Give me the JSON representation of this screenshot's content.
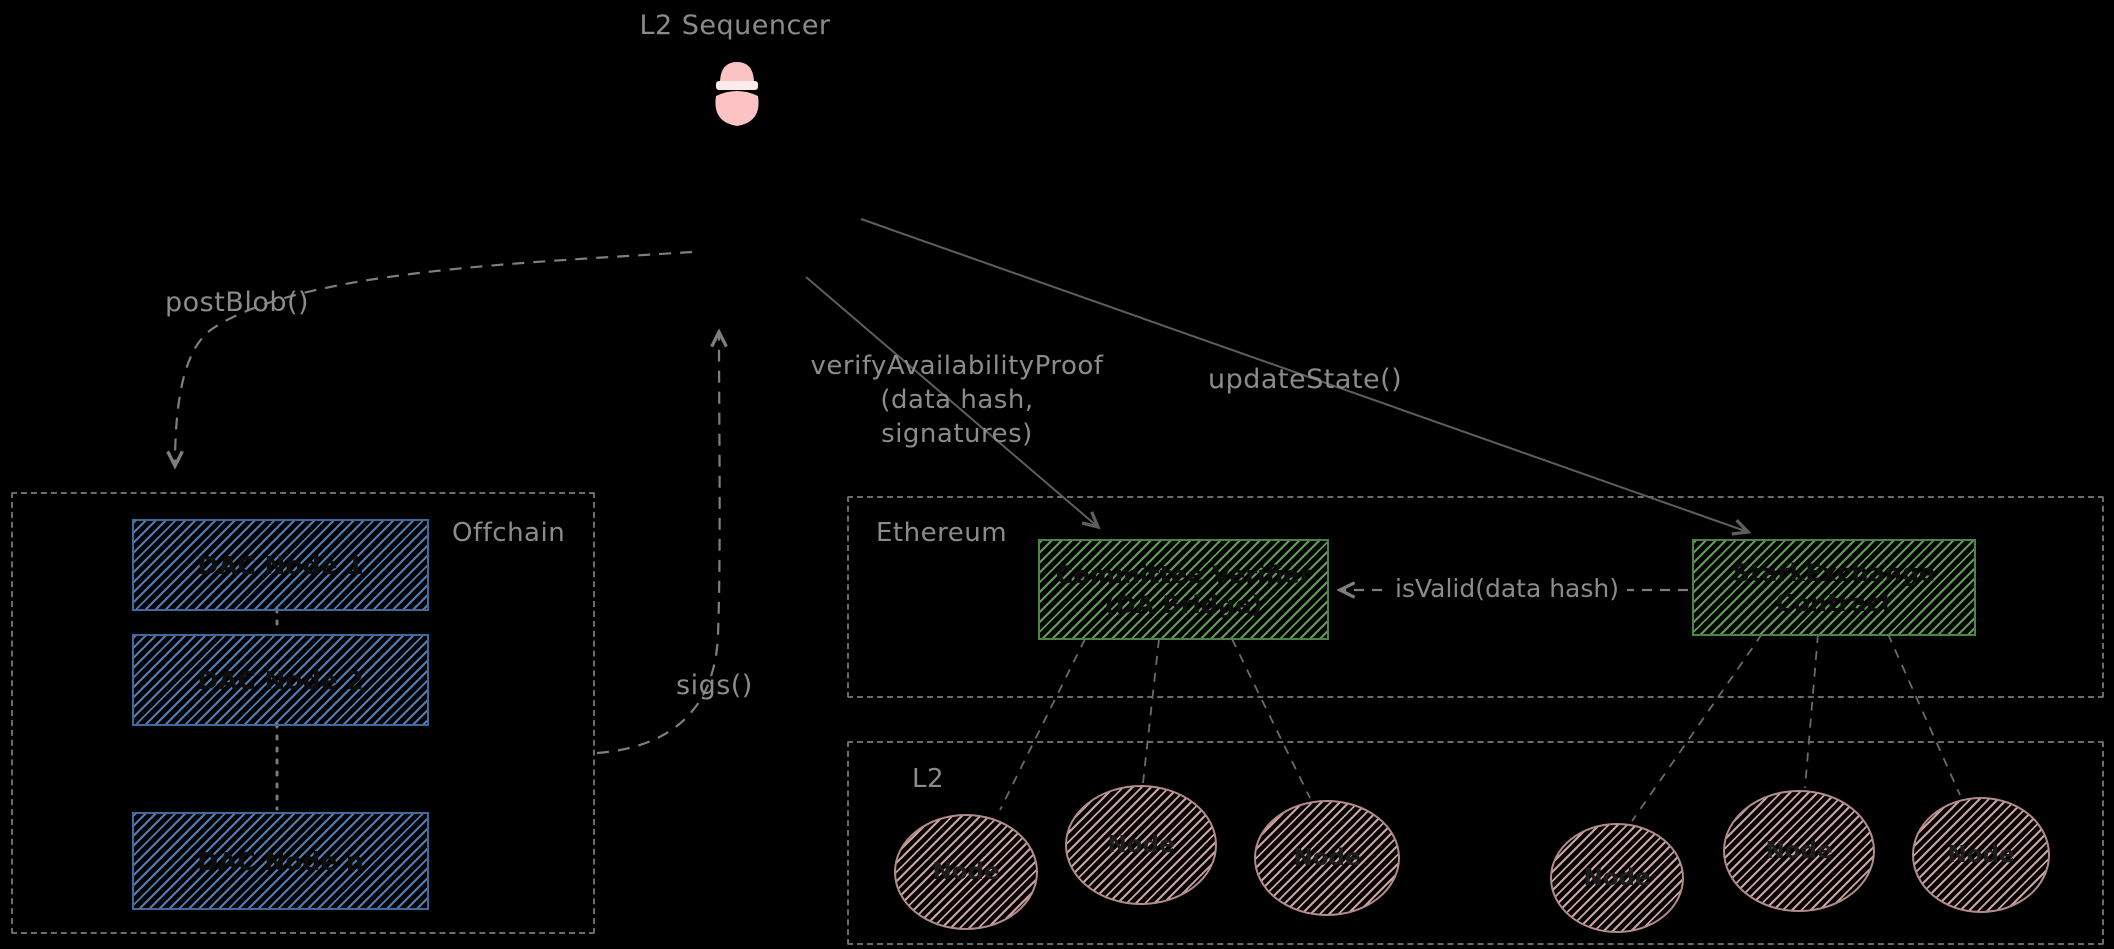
{
  "sequencer": {
    "label": "L2 Sequencer"
  },
  "arrows": {
    "post_blob": "postBlob()",
    "sigs": "sigs()",
    "verify_availability": [
      "verifyAvailabilityProof",
      "(data hash,",
      "signatures)"
    ],
    "update_state": "updateState()",
    "is_valid": "isValid(data hash)"
  },
  "offchain": {
    "label": "Offchain",
    "dac_nodes": [
      "DAC Node 1",
      "DAC Node 2",
      "DAC Node n"
    ]
  },
  "ethereum": {
    "label": "Ethereum",
    "committee_verifier": {
      "line1": "Committee Verifier",
      "line2": "(DA Bridge)"
    },
    "starkex_contract": {
      "line1": "StarkExchange",
      "line2": "Contract"
    }
  },
  "l2": {
    "label": "L2",
    "nodes": [
      "Node",
      "Node",
      "Node",
      "Node",
      "Node",
      "Node"
    ]
  },
  "colors": {
    "background": "#000000",
    "label_text": "#8b8b8b",
    "dac_node_fill": "#4f7db8",
    "contract_fill": "#5f9e55",
    "l2_node_fill": "#cfa2a2",
    "sequencer_icon": "#fbc3c3"
  }
}
